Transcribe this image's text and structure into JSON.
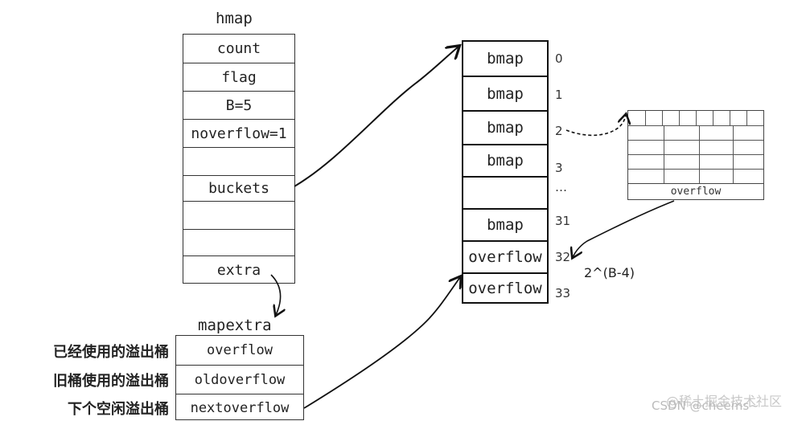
{
  "hmap": {
    "title": "hmap",
    "fields": [
      "count",
      "flag",
      "B=5",
      "noverflow=1",
      "",
      "buckets",
      "",
      "",
      "extra"
    ]
  },
  "buckets_array": {
    "cells": [
      {
        "label": "bmap",
        "index": "0"
      },
      {
        "label": "bmap",
        "index": "1"
      },
      {
        "label": "bmap",
        "index": "2"
      },
      {
        "label": "bmap",
        "index": "3"
      },
      {
        "label": "",
        "index": "…"
      },
      {
        "label": "bmap",
        "index": "31"
      },
      {
        "label": "overflow",
        "index": "32"
      },
      {
        "label": "overflow",
        "index": "33"
      }
    ],
    "overflow_count_label": "2^(B-4)"
  },
  "overflow_bucket": {
    "label": "overflow"
  },
  "mapextra": {
    "title": "mapextra",
    "fields": [
      {
        "name": "overflow",
        "desc": "已经使用的溢出桶"
      },
      {
        "name": "oldoverflow",
        "desc": "旧桶使用的溢出桶"
      },
      {
        "name": "nextoverflow",
        "desc": "下个空闲溢出桶"
      }
    ]
  },
  "watermarks": {
    "juejin": "@稀土掘金技术社区",
    "csdn": "CSDN @cheems~"
  }
}
